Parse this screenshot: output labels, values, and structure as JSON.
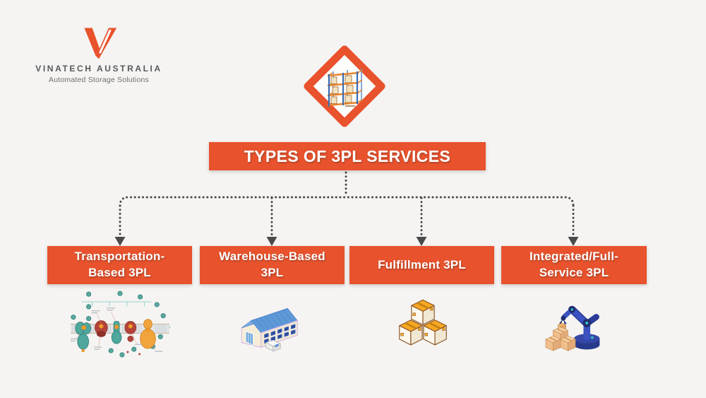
{
  "logo": {
    "name": "VINATECH AUSTRALIA",
    "tagline": "Automated Storage Solutions",
    "mark": "v-swoosh-logo"
  },
  "header": {
    "badge_icon": "pallet-racking",
    "title": "TYPES OF 3PL SERVICES"
  },
  "services": [
    {
      "label": "Transportation-Based 3PL",
      "line1": "Transportation-",
      "line2": "Based 3PL",
      "icon": "membrane-transport-diagram"
    },
    {
      "label": "Warehouse-Based 3PL",
      "line1": "Warehouse-Based",
      "line2": "3PL",
      "icon": "warehouse-building"
    },
    {
      "label": "Fulfillment 3PL",
      "line1": "Fulfillment 3PL",
      "line2": "",
      "icon": "stacked-cardboard-boxes"
    },
    {
      "label": "Integrated/Full-Service 3PL",
      "line1": "Integrated/Full-",
      "line2": "Service 3PL",
      "icon": "robotic-arm-with-boxes"
    }
  ],
  "colors": {
    "accent": "#E8522C",
    "background": "#F5F4F2",
    "connector": "#4A4A4A",
    "box_text": "#FFFFFF",
    "logo_text": "#58595B",
    "tagline_text": "#6D6E71"
  }
}
